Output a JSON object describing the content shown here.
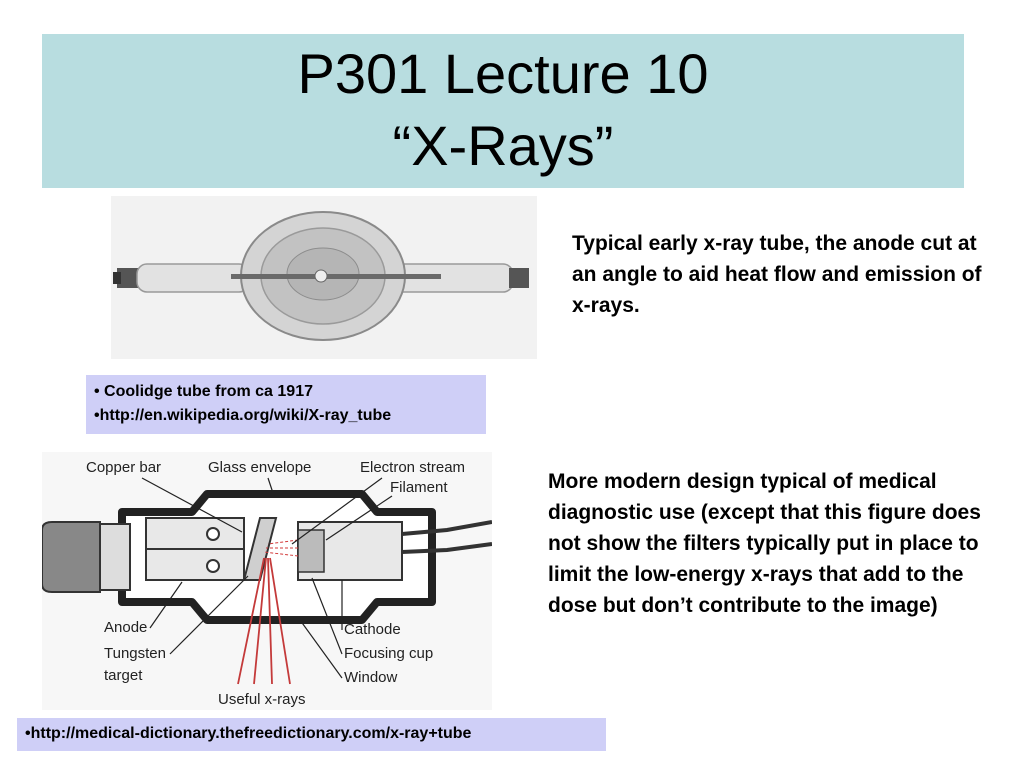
{
  "title": {
    "line1": "P301 Lecture 10",
    "line2": "“X-Rays”"
  },
  "caption_top": "Typical early x-ray tube, the anode cut at an angle to aid heat flow and emission of x-rays.",
  "ref_top": {
    "line1": "• Coolidge tube from ca 1917",
    "line2": "•http://en.wikipedia.org/wiki/X-ray_tube"
  },
  "diagram": {
    "labels": {
      "copper_bar": "Copper bar",
      "glass_envelope": "Glass envelope",
      "electron_stream": "Electron stream",
      "filament": "Filament",
      "anode": "Anode",
      "tungsten": "Tungsten",
      "target": "target",
      "cathode": "Cathode",
      "focusing_cup": "Focusing cup",
      "window": "Window",
      "useful_xrays": "Useful x-rays"
    }
  },
  "caption_bottom": "More modern design typical of medical diagnostic use (except that this figure does not show the filters typically put in place to limit the low-energy x-rays that add to the dose but don’t contribute to the image)",
  "ref_bottom": "•http://medical-dictionary.thefreedictionary.com/x-ray+tube"
}
